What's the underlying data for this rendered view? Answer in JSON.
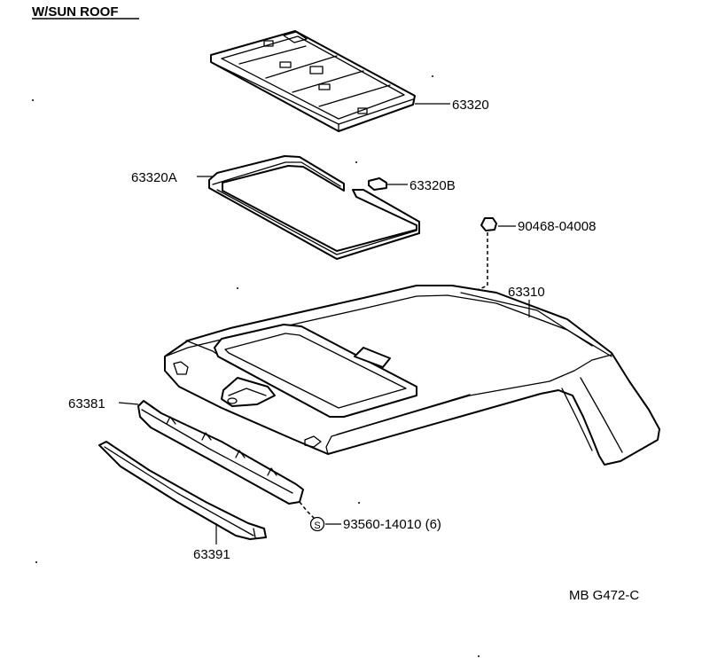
{
  "title": "W/SUN ROOF",
  "footer_code": "MB G472-C",
  "callouts": {
    "p63320": "63320",
    "p63320A": "63320A",
    "p63320B": "63320B",
    "p90468": "90468-04008",
    "p63310": "63310",
    "p63381": "63381",
    "p93560": "93560-14010 (6)",
    "p63391": "63391"
  },
  "symbols": {
    "s_mark": "S"
  }
}
